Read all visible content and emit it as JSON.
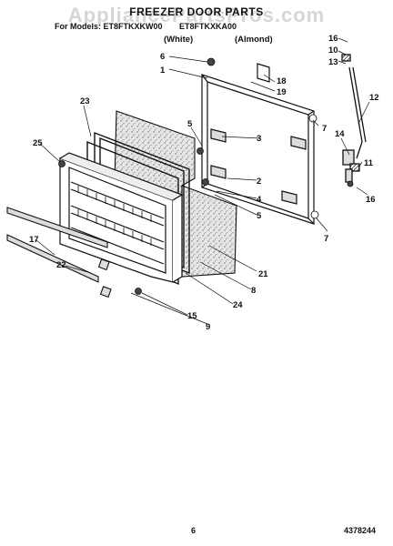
{
  "header": {
    "watermark": "AppliancePartsPros.com",
    "title": "FREEZER DOOR PARTS",
    "model_1": "For Models: ET8FTKXKW00",
    "model_2": "ET8FTKXKA00",
    "color_1": "(White)",
    "color_2": "(Almond)"
  },
  "callouts": [
    "16",
    "10",
    "13",
    "12",
    "18",
    "19",
    "1",
    "6",
    "23",
    "5",
    "3",
    "7",
    "14",
    "25",
    "2",
    "4",
    "5",
    "11",
    "16",
    "7",
    "17",
    "22",
    "21",
    "8",
    "24",
    "15",
    "9"
  ],
  "footer": {
    "page_number": "6",
    "document_number": "4378244"
  }
}
